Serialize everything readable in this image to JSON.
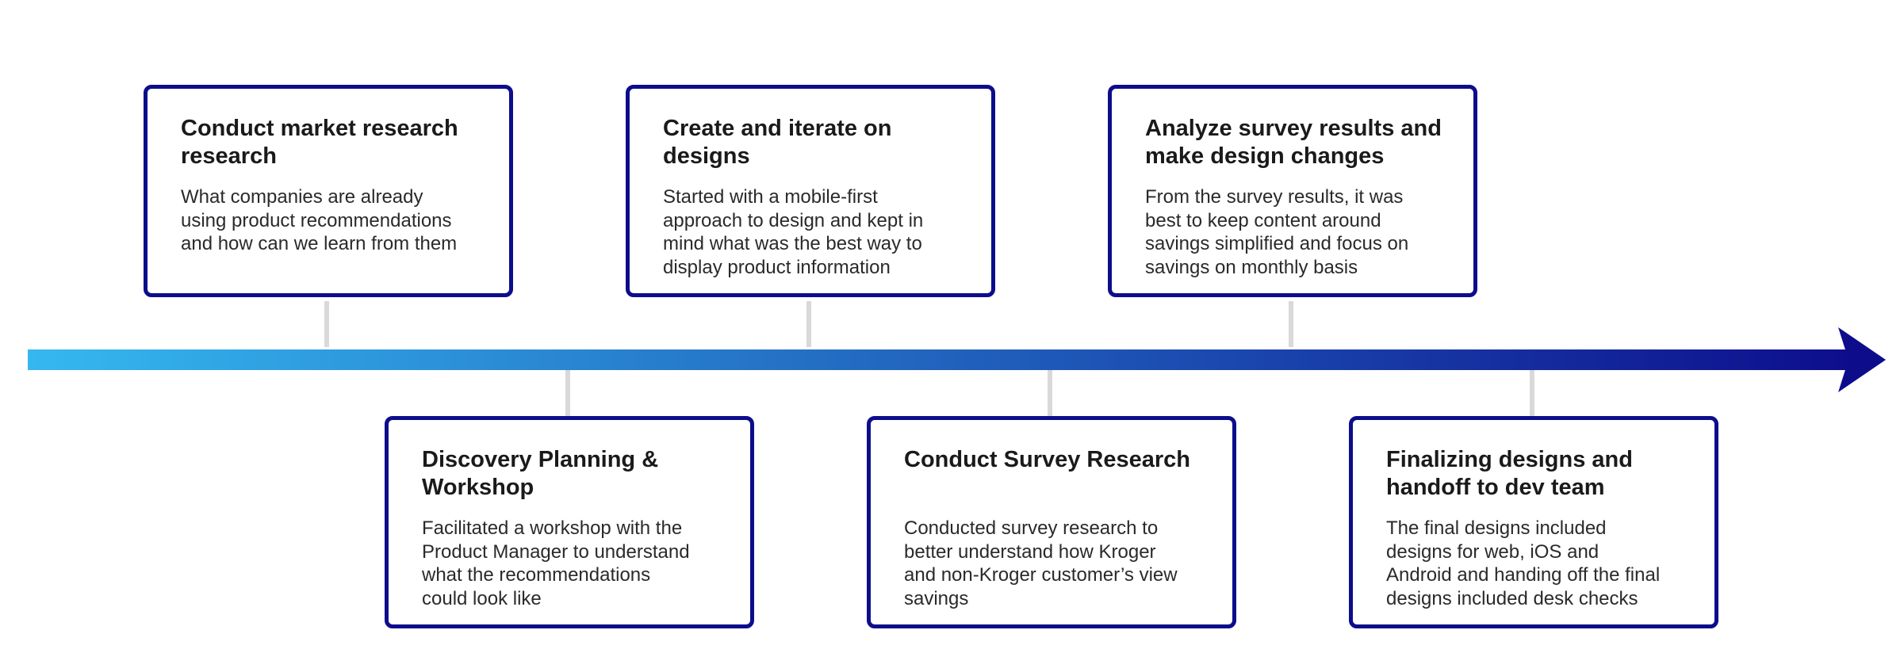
{
  "colors": {
    "card_border": "#0d0d8c",
    "connector": "#d9d9d9",
    "arrow_start": "#35b8ef",
    "arrow_end": "#0d0d8c"
  },
  "steps": [
    {
      "title": "Conduct market research\nresearch",
      "description": "What companies are already\nusing product recommendations\nand how can we learn from them"
    },
    {
      "title": "Discovery Planning &\nWorkshop",
      "description": "Facilitated a workshop with the\nProduct Manager to understand\nwhat the recommendations\ncould look like"
    },
    {
      "title": "Create and iterate on\ndesigns",
      "description": "Started with a mobile-first\napproach to design and kept in\nmind what was the best way to\ndisplay product information"
    },
    {
      "title": "Conduct Survey Research",
      "description": "Conducted survey research to\nbetter understand how Kroger\nand non-Kroger customer’s view\nsavings"
    },
    {
      "title": "Analyze survey results and\nmake design changes",
      "description": "From the survey results, it was\nbest to keep content around\nsavings simplified and focus on\nsavings on monthly basis"
    },
    {
      "title": "Finalizing designs and\nhandoff to dev team",
      "description": "The final designs included\ndesigns for web, iOS and\nAndroid and handing off the final\ndesigns included desk checks"
    }
  ]
}
